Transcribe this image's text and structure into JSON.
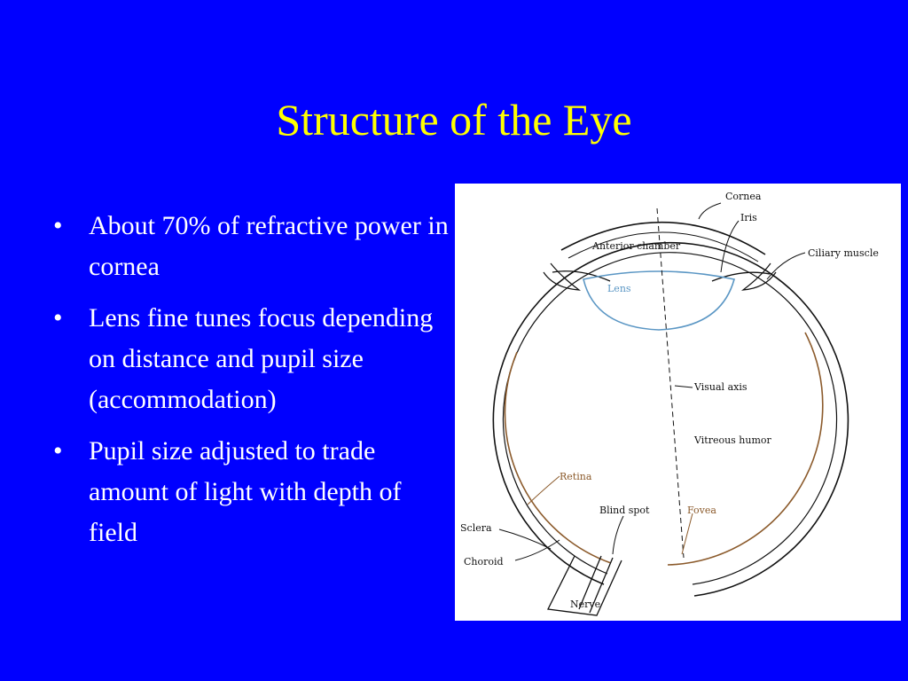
{
  "slide": {
    "title": "Structure of the Eye",
    "bullets": [
      "About 70% of refractive power in cornea",
      "Lens fine tunes focus depending on distance and pupil size (accommodation)",
      "Pupil size adjusted to trade amount of light with depth of field"
    ],
    "bullet_glyph": "•"
  },
  "diagram": {
    "labels": {
      "cornea": "Cornea",
      "iris": "Iris",
      "anterior_chamber": "Anterior chamber",
      "ciliary_muscle": "Ciliary  muscle",
      "lens": "Lens",
      "visual_axis": "Visual axis",
      "vitreous_humor": "Vitreous humor",
      "retina": "Retina",
      "blind_spot": "Blind spot",
      "fovea": "Fovea",
      "sclera": "Sclera",
      "choroid": "Choroid",
      "nerve": "Nerve"
    }
  },
  "colors": {
    "background": "#0000ff",
    "title": "#ffff00",
    "text": "#ffffff",
    "retina": "#8b5a2b",
    "lens": "#5a96c4"
  }
}
